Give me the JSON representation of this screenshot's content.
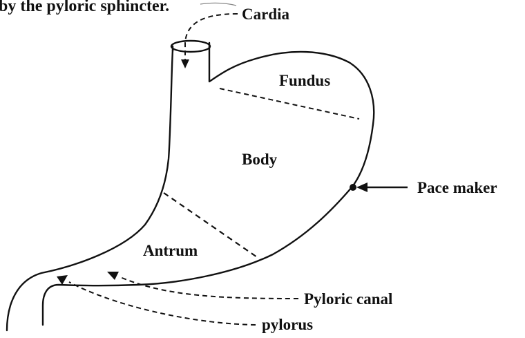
{
  "header": {
    "caption_fragment": "by the pyloric sphincter."
  },
  "labels": {
    "cardia": "Cardia",
    "fundus": "Fundus",
    "body": "Body",
    "pacemaker": "Pace maker",
    "antrum": "Antrum",
    "pyloric_canal": "Pyloric canal",
    "pylorus": "pylorus"
  }
}
